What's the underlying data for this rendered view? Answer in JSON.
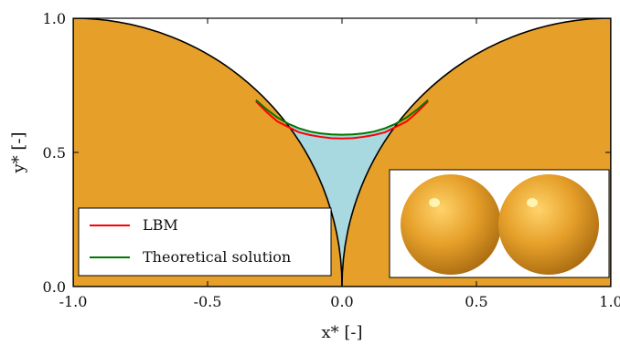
{
  "chart_data": {
    "type": "line",
    "title": "",
    "xlabel": "x* [-]",
    "ylabel": "y* [-]",
    "xlim": [
      -1.0,
      1.0
    ],
    "ylim": [
      0.0,
      1.0
    ],
    "xticks": [
      "-1.0",
      "-0.5",
      "0.0",
      "0.5",
      "1.0"
    ],
    "yticks": [
      "0.0",
      "0.5",
      "1.0"
    ],
    "grid": false,
    "legend_position": "lower-left",
    "series": [
      {
        "name": "LBM",
        "color": "#ff0000",
        "x": [
          -0.32,
          -0.28,
          -0.24,
          -0.2,
          -0.16,
          -0.12,
          -0.08,
          -0.04,
          0.0,
          0.04,
          0.08,
          0.12,
          0.16,
          0.2,
          0.24,
          0.28,
          0.32
        ],
        "y": [
          0.69,
          0.65,
          0.615,
          0.595,
          0.575,
          0.565,
          0.558,
          0.553,
          0.552,
          0.553,
          0.558,
          0.565,
          0.575,
          0.595,
          0.615,
          0.65,
          0.69
        ]
      },
      {
        "name": "Theoretical solution",
        "color": "#007700",
        "x": [
          -0.32,
          -0.28,
          -0.24,
          -0.2,
          -0.16,
          -0.12,
          -0.08,
          -0.04,
          0.0,
          0.04,
          0.08,
          0.12,
          0.16,
          0.2,
          0.24,
          0.28,
          0.32
        ],
        "y": [
          0.695,
          0.66,
          0.63,
          0.607,
          0.59,
          0.578,
          0.571,
          0.567,
          0.566,
          0.567,
          0.571,
          0.578,
          0.59,
          0.607,
          0.63,
          0.66,
          0.695
        ]
      }
    ],
    "regions": {
      "sphere_radius": 1.0,
      "sphere_color": "#e6a02a",
      "liquid_color": "#a8d8e0",
      "liquid_neck_x": [
        -0.32,
        -0.05,
        0.05,
        0.32
      ]
    },
    "inset": {
      "description_color": "#e6a02a",
      "bridge_color": "#a8d0dc"
    }
  }
}
